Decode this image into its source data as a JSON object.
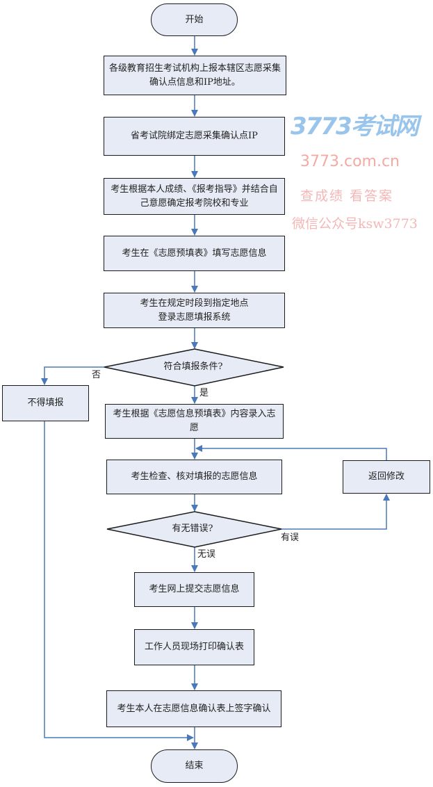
{
  "flowchart": {
    "start": "开始",
    "end": "结束",
    "steps": [
      "各级教育招生考试机构上报本辖区志愿采集确认点信息和IP地址。",
      "省考试院绑定志愿采集确认点IP",
      "考生根据本人成绩、《报考指导》并结合自己意愿确定报考院校和专业",
      "考生在《志愿预填表》填写志愿信息",
      "考生在规定时段到指定地点\n登录志愿填报系统",
      "考生根据《志愿信息预填表》内容录入志愿",
      "考生检查、核对填报的志愿信息",
      "考生网上提交志愿信息",
      "工作人员现场打印确认表",
      "考生本人在志愿信息确认表上签字确认"
    ],
    "decisions": [
      {
        "question": "符合填报条件?",
        "yes_label": "是",
        "no_label": "否",
        "no_target": "不得填报"
      },
      {
        "question": "有无错误?",
        "yes_label": "有误",
        "no_label": "无误",
        "yes_target": "返回修改"
      }
    ],
    "side_boxes": {
      "reject": "不得填报",
      "revise": "返回修改"
    }
  },
  "watermark": {
    "logo": "3773考试网",
    "domain": "3773.com.cn",
    "slogan": "查成绩 看答案",
    "wechat": "微信公众号ksw3773"
  },
  "colors": {
    "node_fill": "#e6ebf5",
    "node_border": "#1a1a1a",
    "arrow": "#4a78b8"
  }
}
